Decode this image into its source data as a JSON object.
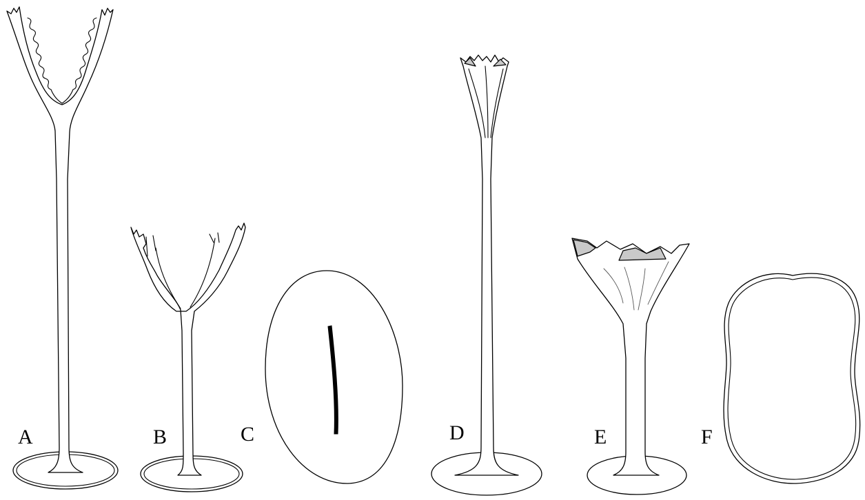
{
  "figure": {
    "panels": [
      {
        "id": "A",
        "label": "A"
      },
      {
        "id": "B",
        "label": "B"
      },
      {
        "id": "C",
        "label": "C"
      },
      {
        "id": "D",
        "label": "D"
      },
      {
        "id": "E",
        "label": "E"
      },
      {
        "id": "F",
        "label": "F"
      }
    ],
    "colors": {
      "outline": "#000000",
      "fill": "#ffffff",
      "shading": "#c9c9c9"
    }
  }
}
